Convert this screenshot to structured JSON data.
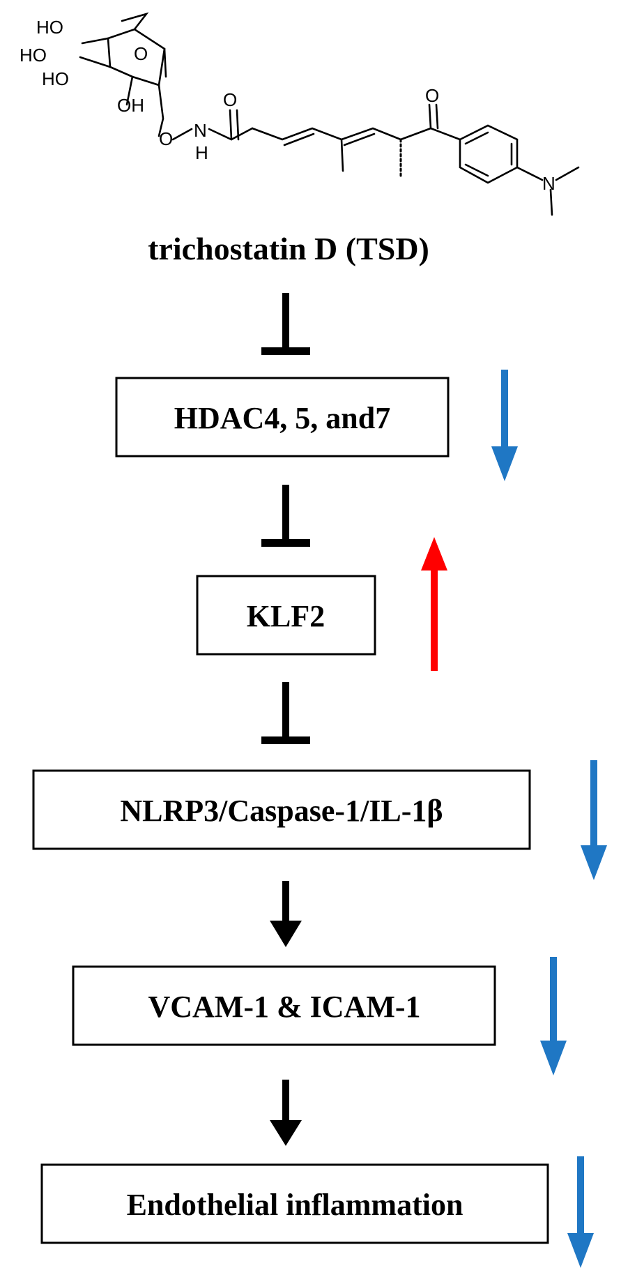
{
  "title": "trichostatin D (TSD)",
  "structure": {
    "labels": [
      "HO",
      "HO",
      "HO",
      "O",
      "OH",
      "O",
      "N",
      "H",
      "O",
      "O",
      "N"
    ]
  },
  "steps": [
    {
      "label": "HDAC4, 5, and7",
      "change": "down",
      "color": "#1f77c4"
    },
    {
      "label": "KLF2",
      "change": "up",
      "color": "#ff0000"
    },
    {
      "label": "NLRP3/Caspase-1/IL-1β",
      "change": "down",
      "color": "#1f77c4"
    },
    {
      "label": "VCAM-1 & ICAM-1",
      "change": "down",
      "color": "#1f77c4"
    },
    {
      "label": "Endothelial inflammation",
      "change": "down",
      "color": "#1f77c4"
    }
  ],
  "connectors": [
    "inhibits",
    "inhibits",
    "inhibits",
    "activates",
    "activates"
  ]
}
